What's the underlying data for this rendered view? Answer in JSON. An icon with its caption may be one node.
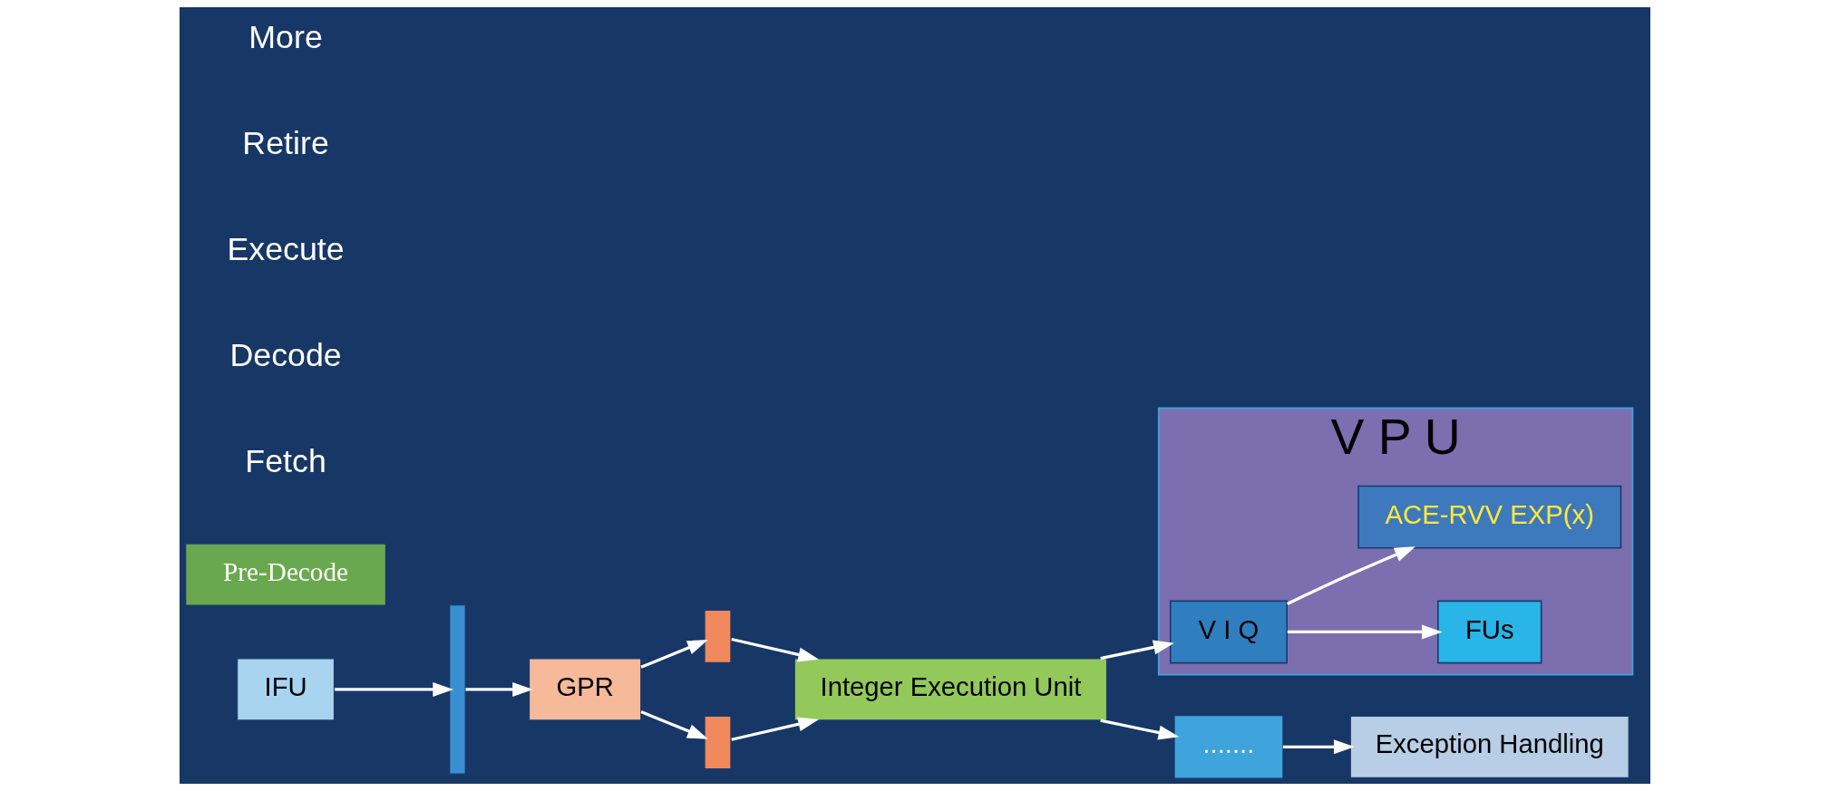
{
  "diagram": {
    "nodes": [
      {
        "text": [
          "IFU"
        ]
      },
      {
        "text": [],
        "shape": "bar"
      },
      {
        "text": [
          "GPR"
        ]
      },
      {
        "text": [],
        "shape": "box"
      },
      {
        "text": [],
        "shape": "box"
      },
      {
        "text": [
          "Integer Execution Unit"
        ]
      },
      {
        "text": [
          "......."
        ]
      },
      {
        "text": [
          "Exception Handling"
        ]
      },
      {
        "text": [
          "Pre-Decode"
        ]
      },
      {
        "text": [
          "V P U"
        ]
      },
      {
        "text": [
          "V I Q"
        ],
        "in": 9
      },
      {
        "text": [
          "FUs"
        ],
        "in": 9
      },
      {
        "text": [
          "ACE-RVV EXP(x)"
        ],
        "in": 9
      }
    ],
    "edges": [
      {
        "from": 0,
        "to": 1,
        "arrow": "to"
      },
      {
        "from": 1,
        "to": 2,
        "arrow": "to"
      },
      {
        "from": 2,
        "to": 3,
        "arrow": "to"
      },
      {
        "from": 2,
        "to": 4,
        "arrow": "to"
      },
      {
        "from": 3,
        "to": 5,
        "arrow": "to"
      },
      {
        "from": 4,
        "to": 5,
        "arrow": "to"
      },
      {
        "from": 5,
        "to": 6,
        "arrow": "to"
      },
      {
        "from": 6,
        "to": 7,
        "arrow": "to"
      },
      {
        "from": 5,
        "to": 10,
        "arrow": "to"
      },
      {
        "from": 10,
        "to": 11,
        "arrow": "to"
      },
      {
        "from": 10,
        "to": 12,
        "arrow": "to"
      }
    ],
    "labels": [
      "Fetch",
      "Decode",
      "Execute",
      "Retire",
      "More"
    ]
  }
}
